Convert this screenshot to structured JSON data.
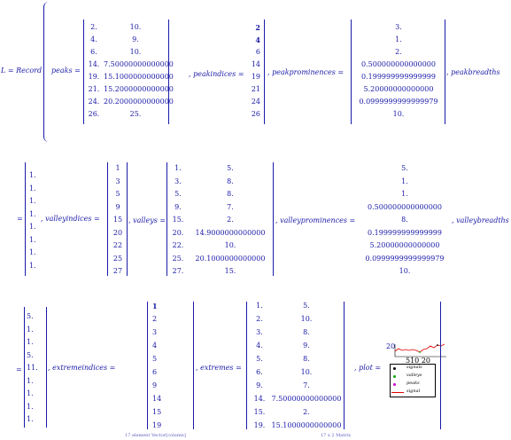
{
  "row1": {
    "lhs": "L = Record",
    "paren": "(",
    "l_peaks": "peaks =",
    "peaks": [
      [
        "2.",
        "10."
      ],
      [
        "4.",
        "9."
      ],
      [
        "6.",
        "10."
      ],
      [
        "14.",
        "7.50000000000000"
      ],
      [
        "19.",
        "15.1000000000000"
      ],
      [
        "21.",
        "15.2000000000000"
      ],
      [
        "24.",
        "20.2000000000000"
      ],
      [
        "26.",
        "25."
      ]
    ],
    "sep_peakindices": ", peakindices =",
    "peakindices": [
      "2",
      "4",
      "6",
      "14",
      "19",
      "21",
      "24",
      "26"
    ],
    "sep_peakprominences": ", peakprominences =",
    "peakprominences": [
      "3.",
      "1.",
      "2.",
      "0.500000000000000",
      "0.199999999999999",
      "5.20000000000000",
      "0.0999999999999979",
      "10."
    ],
    "sep_peakbreadths": ", peakbreadths"
  },
  "row2": {
    "eq": "=",
    "breadths": [
      "1.",
      "1.",
      "1.",
      "1.",
      "1.",
      "1.",
      "1.",
      "1."
    ],
    "sep_valleyindices": ", valleyindices =",
    "valleyindices": [
      "1",
      "3",
      "5",
      "9",
      "15",
      "20",
      "22",
      "25",
      "27"
    ],
    "sep_valleys": ", valleys =",
    "valleys": [
      [
        "1.",
        "5."
      ],
      [
        "3.",
        "8."
      ],
      [
        "5.",
        "8."
      ],
      [
        "9.",
        "7."
      ],
      [
        "15.",
        "2."
      ],
      [
        "20.",
        "14.9000000000000"
      ],
      [
        "22.",
        "10."
      ],
      [
        "25.",
        "20.1000000000000"
      ],
      [
        "27.",
        "15."
      ]
    ],
    "sep_valleyprominences": ", valleyprominences =",
    "valleyprominences": [
      "5.",
      "1.",
      "1.",
      "0.500000000000000",
      "8.",
      "0.199999999999999",
      "5.20000000000000",
      "0.0999999999999979",
      "10."
    ],
    "sep_valleybreadths": ", valleybreadths"
  },
  "row3": {
    "eq": "=",
    "vbreadths": [
      "5.",
      "1.",
      "1.",
      "5.",
      "11.",
      "1.",
      "1.",
      "1.",
      "1."
    ],
    "sep_extremeindices": ", extremeindices =",
    "extremeindices": [
      "1",
      "2",
      "3",
      "4",
      "5",
      "6",
      "9",
      "14",
      "15",
      "19"
    ],
    "extremeindices_caption": "17 element Vector[column]",
    "sep_extremes": ", extremes =",
    "extremes": [
      [
        "1.",
        "5."
      ],
      [
        "2.",
        "10."
      ],
      [
        "3.",
        "8."
      ],
      [
        "4.",
        "9."
      ],
      [
        "5.",
        "8."
      ],
      [
        "6.",
        "10."
      ],
      [
        "9.",
        "7."
      ],
      [
        "14.",
        "7.50000000000000"
      ],
      [
        "15.",
        "2."
      ],
      [
        "19.",
        "15.1000000000000"
      ]
    ],
    "extremes_caption": "17 x 2 Matrix",
    "sep_plot": ", plot =",
    "plot": {
      "ytick": "20",
      "xticks": [
        "5",
        "10",
        "20"
      ],
      "legend": [
        "signals",
        "valleys",
        "peaks",
        "signal"
      ]
    }
  }
}
